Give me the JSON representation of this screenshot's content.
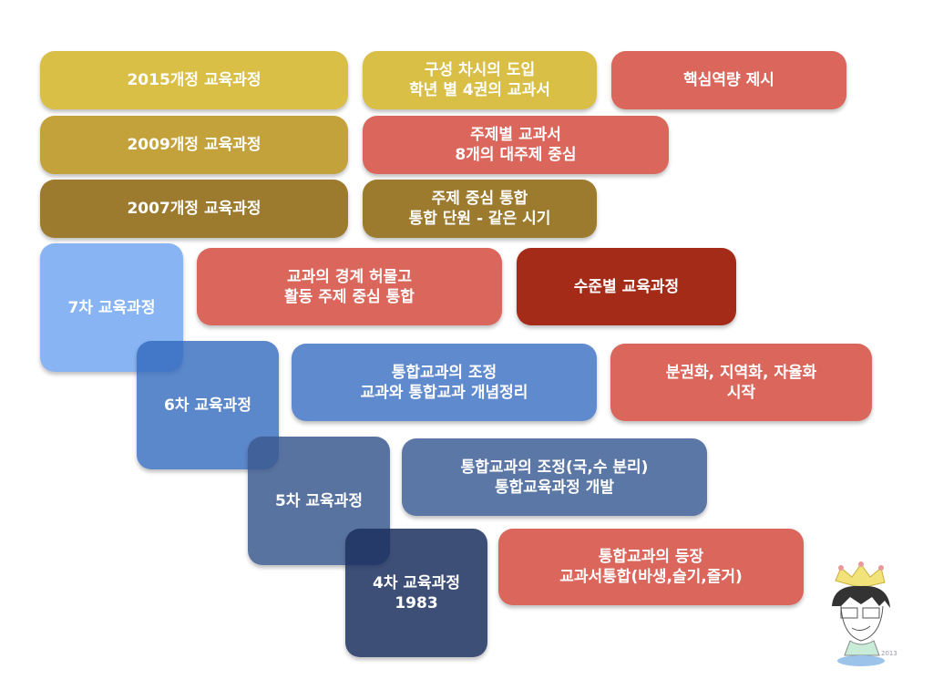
{
  "colors": {
    "yellow": "#d9bf45",
    "gold": "#c3a23c",
    "brown": "#9c7a2e",
    "red": "#da665c",
    "darkred": "#a52b19",
    "blue7": "#7fadf0",
    "blue6": "#3f73c4",
    "blue5": "#4a689a",
    "blue4": "#2a3f6c"
  },
  "boxes": {
    "c2015": "2015개정 교육과정",
    "c2015_a": "구성 차시의 도입\n학년 별 4권의 교과서",
    "c2015_b": "핵심역량 제시",
    "c2009": "2009개정 교육과정",
    "c2009_a": "주제별 교과서\n8개의 대주제 중심",
    "c2007": "2007개정 교육과정",
    "c2007_a": "주제 중심 통합\n통합 단원 - 같은 시기",
    "c7": "7차 교육과정",
    "c7_a": "교과의 경계 허물고\n활동 주제 중심 통합",
    "c7_b": "수준별 교육과정",
    "c6": "6차 교육과정",
    "c6_a": "통합교과의 조정\n교과와 통합교과 개념정리",
    "c6_b": "분권화, 지역화, 자율화\n시작",
    "c5": "5차 교육과정",
    "c5_a": "통합교과의 조정(국,수 분리)\n통합교육과정 개발",
    "c4": "4차 교육과정\n1983",
    "c4_a": "통합교과의 등장\n교과서통합(바생,슬기,즐거)"
  },
  "illustration": {
    "signature": "2013"
  }
}
